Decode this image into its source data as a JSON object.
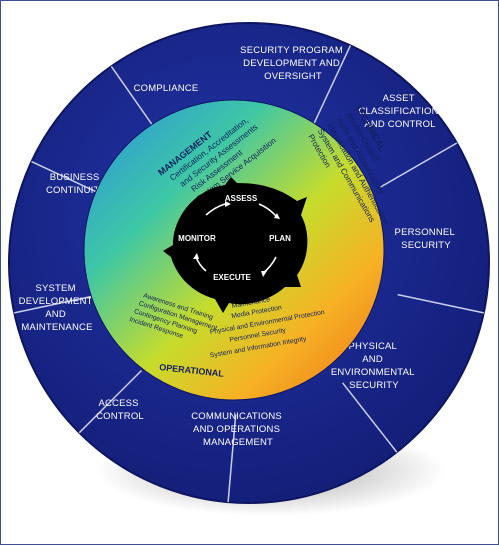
{
  "outer_segments": [
    "COMPLIANCE",
    "SECURITY PROGRAM DEVELOPMENT AND OVERSIGHT",
    "ASSET CLASSIFICATION AND CONTROL",
    "PERSONNEL SECURITY",
    "PHYSICAL AND ENVIRONMENTAL SECURITY",
    "COMMUNICATIONS AND OPERATIONS MANAGEMENT",
    "ACCESS CONTROL",
    "SYSTEM DEVELOPMENT AND MAINTENANCE",
    "BUSINESS CONTINUITY"
  ],
  "management": {
    "title": "MANAGEMENT",
    "items": [
      "Certification, Accreditation,",
      "and Security Assessments",
      "Risk Assessment",
      "System Service Acquisition"
    ]
  },
  "technical": {
    "title": "TECHNICAL",
    "items": [
      "Access Control",
      "Audit and Accountability",
      "Identification and Authentication",
      "System and Communications",
      "Protection"
    ]
  },
  "operational": {
    "title": "OPERATIONAL",
    "left_items": [
      "Awareness and Training",
      "Configuration Management",
      "Contingency Planning",
      "Incident Response"
    ],
    "right_items": [
      "Maintenance",
      "Media Protection",
      "Physical and Environmental Protection",
      "Personnel Security",
      "System and Information Integrity"
    ]
  },
  "cycle": [
    "ASSESS",
    "PLAN",
    "EXECUTE",
    "MONITOR"
  ],
  "colors": {
    "outer_ring": "#1a2a8e",
    "divider": "#c9cfe8",
    "inner_gradient": [
      "#2f9be0",
      "#3cc3a8",
      "#c8dc30",
      "#f5a623",
      "#f07a1a"
    ],
    "center": "#000000"
  }
}
